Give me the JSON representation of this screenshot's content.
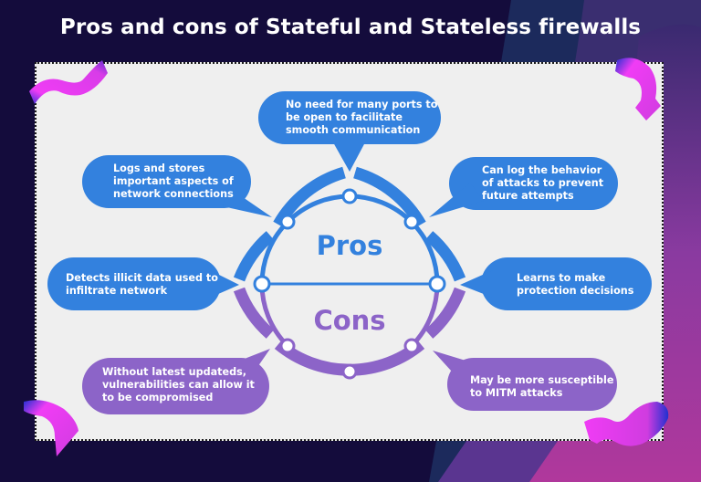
{
  "title": "Pros and cons of Stateful and Stateless firewalls",
  "colors": {
    "background": "#140c3c",
    "card": "#efefef",
    "pros_blue": "#3381de",
    "cons_purple": "#8c64c8",
    "squiggle_pink": "#f03cf5",
    "squiggle_blue": "#2030d0",
    "accent_magenta": "#b0389c"
  },
  "center": {
    "pros_label": "Pros",
    "cons_label": "Cons"
  },
  "pros": [
    {
      "id": "top",
      "text": "No need for many ports to\nbe open to facilitate\nsmooth communication"
    },
    {
      "id": "upper-left",
      "text": "Logs and stores\nimportant aspects of\nnetwork connections"
    },
    {
      "id": "upper-right",
      "text": "Can log the behavior\nof attacks to prevent\nfuture attempts"
    },
    {
      "id": "left",
      "text": "Detects illicit data used to\ninfiltrate network"
    },
    {
      "id": "right",
      "text": "Learns to make\nprotection decisions"
    }
  ],
  "cons": [
    {
      "id": "lower-left",
      "text": "Without latest updateds,\nvulnerabilities can allow it\nto be compromised"
    },
    {
      "id": "lower-right",
      "text": "May be more susceptible\nto MITM attacks"
    }
  ]
}
